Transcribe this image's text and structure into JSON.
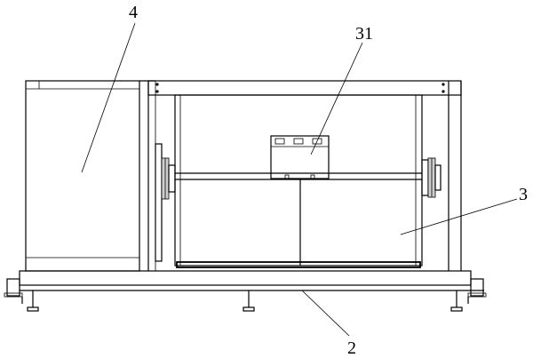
{
  "figure": {
    "labels": {
      "part_4": "4",
      "part_31": "31",
      "part_3": "3",
      "part_2": "2"
    }
  }
}
